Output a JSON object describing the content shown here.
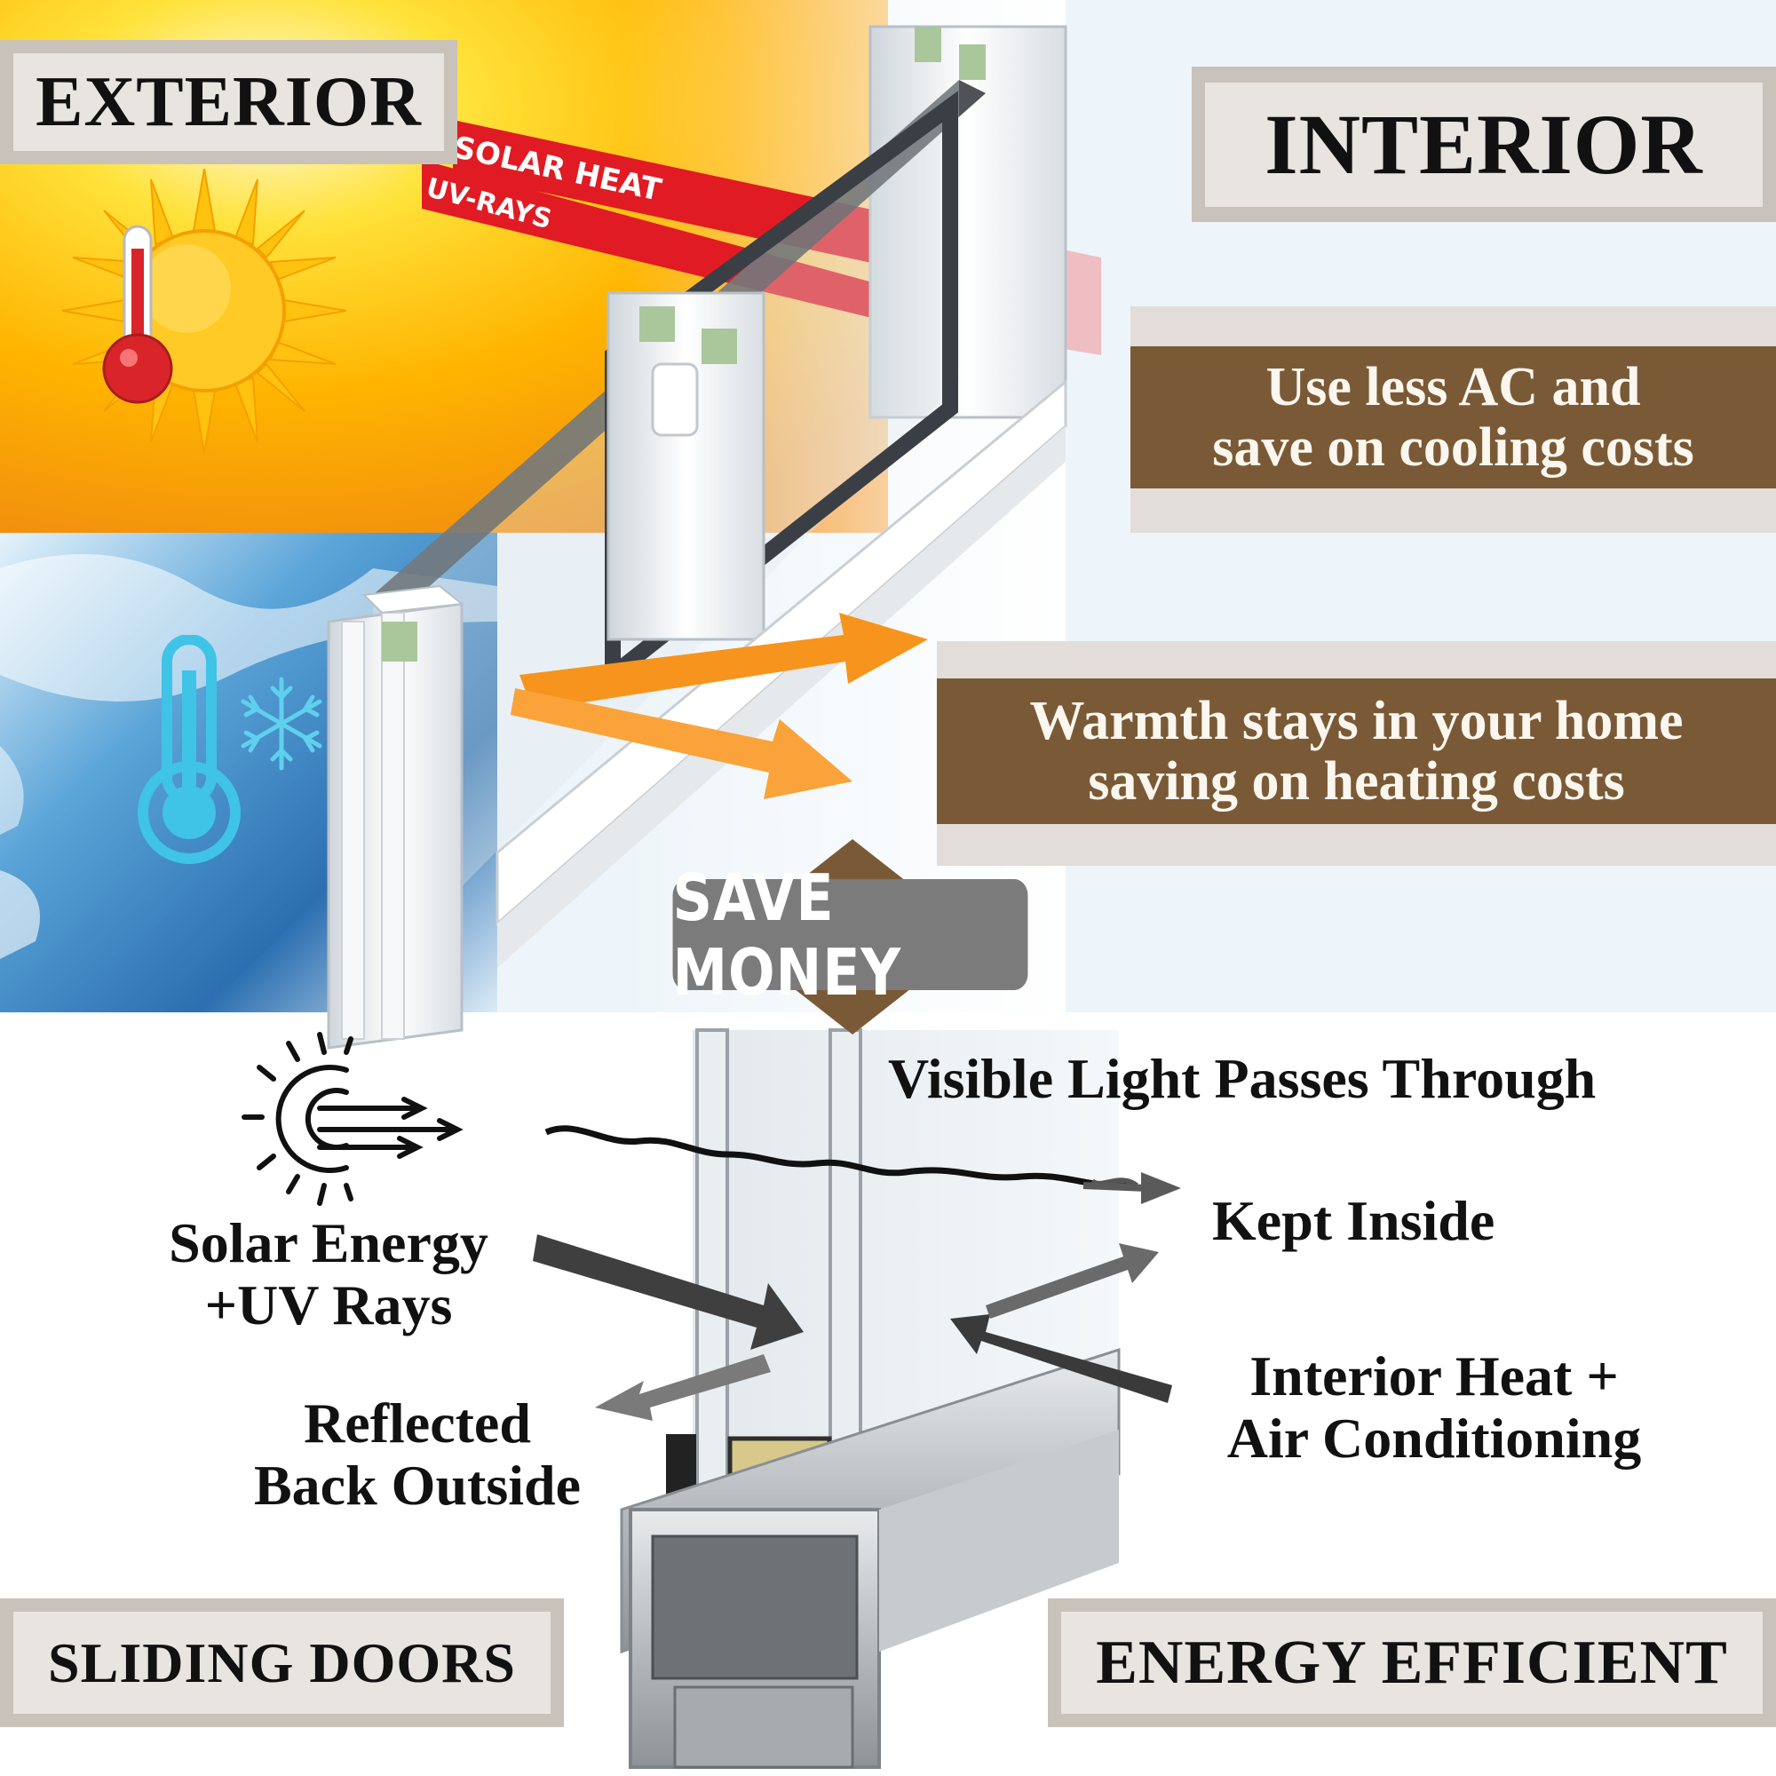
{
  "labels": {
    "exterior": "EXTERIOR",
    "interior": "INTERIOR",
    "sliding_doors": "SLIDING DOORS",
    "energy_efficient": "ENERGY EFFICIENT"
  },
  "banners": {
    "cooling_line1": "Use less AC and",
    "cooling_line2": "save on cooling costs",
    "heating_line1": "Warmth stays in your home",
    "heating_line2": "saving on heating costs"
  },
  "ribbons": {
    "solar_heat": "SOLAR HEAT",
    "uv_rays": "UV-RAYS"
  },
  "badge": {
    "save_money": "SAVE MONEY"
  },
  "captions": {
    "visible_light": "Visible Light Passes Through",
    "kept_inside": "Kept Inside",
    "solar_line1": "Solar Energy",
    "solar_line2": "+UV Rays",
    "reflected_line1": "Reflected",
    "reflected_line2": "Back Outside",
    "interior_heat_line1": "Interior Heat +",
    "interior_heat_line2": "Air Conditioning"
  },
  "colors": {
    "brown": "#7a5a36",
    "label_border": "#c9c2ba",
    "ribbon_red": "#e01b24",
    "arrow_orange": "#f7941d",
    "sun_yellow": "#ffc20e",
    "ice_blue": "#3a86c8",
    "thermo_cyan": "#3fc3e6"
  },
  "icons": [
    "sun-icon",
    "hot-thermometer-icon",
    "cold-thermometer-icon",
    "snowflake-icon",
    "solar-energy-icon"
  ]
}
